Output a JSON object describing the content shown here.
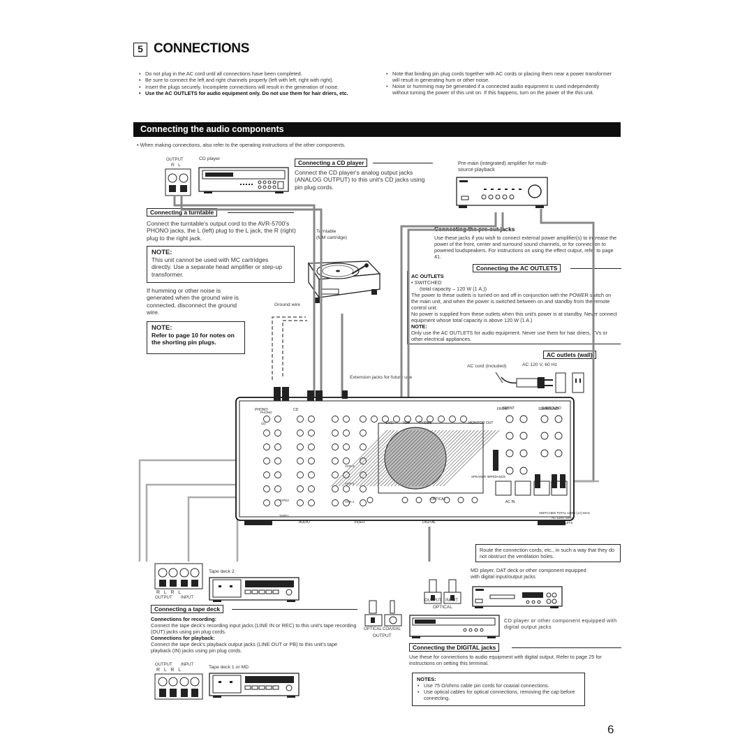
{
  "section": {
    "number": "5",
    "title": "CONNECTIONS"
  },
  "intro": {
    "left": [
      {
        "text": "Do not plug in the AC cord until all connections have been completed.",
        "bold": false
      },
      {
        "text": "Be sure to connect the left and right channels properly (left with left, right with right).",
        "bold": false
      },
      {
        "text": "Insert the plugs securely. Incomplete connections will result in the generation of noise.",
        "bold": false
      },
      {
        "text": "Use the AC OUTLETS for audio equipment only. Do not use them for hair driers, etc.",
        "bold": true
      }
    ],
    "right": [
      "Note that binding pin plug cords together with AC cords or placing them near a power transformer will result in generating hum or other noise.",
      "Noise or humming may be generated if a connected audio equipment is used independently without turning the power of this unit on. If this happens, turn on the power of the this unit."
    ]
  },
  "banner": "Connecting the audio components",
  "general_note": "When making connections, also refer to the operating instructions of the other components.",
  "cd": {
    "output_label": "OUTPUT",
    "rl": "R   L",
    "device_label": "CD player",
    "heading": "Connecting a CD player",
    "text": "Connect the CD player's analog output jacks (ANALOG OUTPUT) to this unit's CD jacks using pin plug cords."
  },
  "premain": {
    "label": "Pre-main (integrated) amplifier for multi-source playback"
  },
  "turntable": {
    "heading": "Connecting a turntable",
    "text": "Connect the turntable's output cord to the AVR-5700's PHONO jacks, the L (left) plug to the L jack, the R (right) plug to the right jack.",
    "device_label": "Turntable\n(MM cartridge)",
    "ground_label": "Ground wire",
    "note_title": "NOTE:",
    "note_text": "This unit cannot be used with MC cartridges directly. Use a separate head amplifier or step-up transformer.",
    "hum_text": "If humming or other noise is generated when the ground wire is connected, disconnect the ground wire."
  },
  "note2": {
    "title": "NOTE:",
    "text": "Refer to page 10 for notes on the shorting pin plugs."
  },
  "preout": {
    "heading": "Connecting the pre-out jacks",
    "text": "Use these jacks if you wish to connect external power amplifier(s) to increase the power of the front, center and surround sound channels, or for connection to powered loudspeakers. For instructions on using the effect output, refer to page 41."
  },
  "ac_outlets": {
    "heading": "Connecting the AC OUTLETS",
    "title": "AC OUTLETS",
    "switched": "SWITCHED",
    "capacity": "(total capacity – 120 W (1 A.))",
    "p1": "The power to these outlets is turned on and off in conjunction with the POWER switch on the main unit, and when the power is switched between on and standby from the remote control unit.",
    "p2": "No power is supplied from these outlets when this unit's power is at standby. Never connect equipment whose total capacity is above 120 W (1 A.)",
    "note_title": "NOTE:",
    "note_text": "Only use the AC OUTLETS for audio equipment. Never use them for hair driers, TVs or other electrical appliances."
  },
  "ac_wall": {
    "heading": "AC outlets (wall)",
    "cord": "AC cord (included)",
    "voltage": "AC 120 V, 60 Hz"
  },
  "extension": "Extension jacks for future use",
  "route_note": "Route the connection cords, etc., in such a way that they do not obstruct the ventilation holes.",
  "tape2": {
    "label": "Tape deck 2",
    "rl": "R   L   R   L",
    "output": "OUTPUT",
    "input": "INPUT"
  },
  "tape_section": {
    "heading": "Connecting a tape deck",
    "rec_title": "Connections for recording:",
    "rec_text": "Connect the tape deck's recording input jacks (LINE IN or REC) to this unit's tape recording (OUT) jacks using pin plug cords.",
    "play_title": "Connections for playback:",
    "play_text": "Connect the tape deck's playback output jacks (LINE OUT or PB) to this unit's tape playback (IN) jacks using pin plug cords."
  },
  "tape1": {
    "label": "Tape deck 1 or MD",
    "output": "OUTPUT",
    "input": "INPUT",
    "rl": "R   L   R   L"
  },
  "md": {
    "label": "MD player, DAT deck or other component equipped with digital input/output jacks",
    "output": "OUTPUT",
    "input": "INPUT",
    "optical": "OPTICAL"
  },
  "cd_digital": {
    "label": "CD player or other component equipped with digital output jacks",
    "optical": "OPTICAL",
    "coaxial": "COAXIAL",
    "output": "OUTPUT"
  },
  "digital": {
    "heading": "Connecting the DIGITAL jacks",
    "text": "Use these for connections to audio equipment with digital output. Refer to page 25 for instructions on setting this terminal.",
    "notes_title": "NOTES:",
    "notes": [
      "Use 75 Ω/ohms cable pin cords for coaxial connections.",
      "Use optical cables for optical connections, removing the cap before connecting."
    ]
  },
  "panel": {
    "front": "FRONT",
    "surround": "SURROUND",
    "monitor_out": "MONITOR OUT",
    "ac_in": "AC IN",
    "ac_outlets_label": "AC OUTLETS",
    "switched_label": "SWITCHED TOTAL 120W (1A) MAX",
    "ac_rating": "AC 120V, 60Hz",
    "optical": "OPTICAL",
    "digital": "DIGITAL",
    "audio": "AUDIO",
    "video": "VIDEO",
    "phono": "PHONO",
    "cd": "CD",
    "tape1": "TAPE1",
    "tape2": "TAPE2",
    "dvd": "DVD",
    "vdp": "VDP",
    "tv_dbs": "TV/DBS",
    "vcr1": "VCR-1",
    "vcr2": "VCR-2",
    "vcr3": "VCR-3",
    "speaker_impedance": "SPEAKER IMPEDANCE"
  },
  "page_number": "6"
}
